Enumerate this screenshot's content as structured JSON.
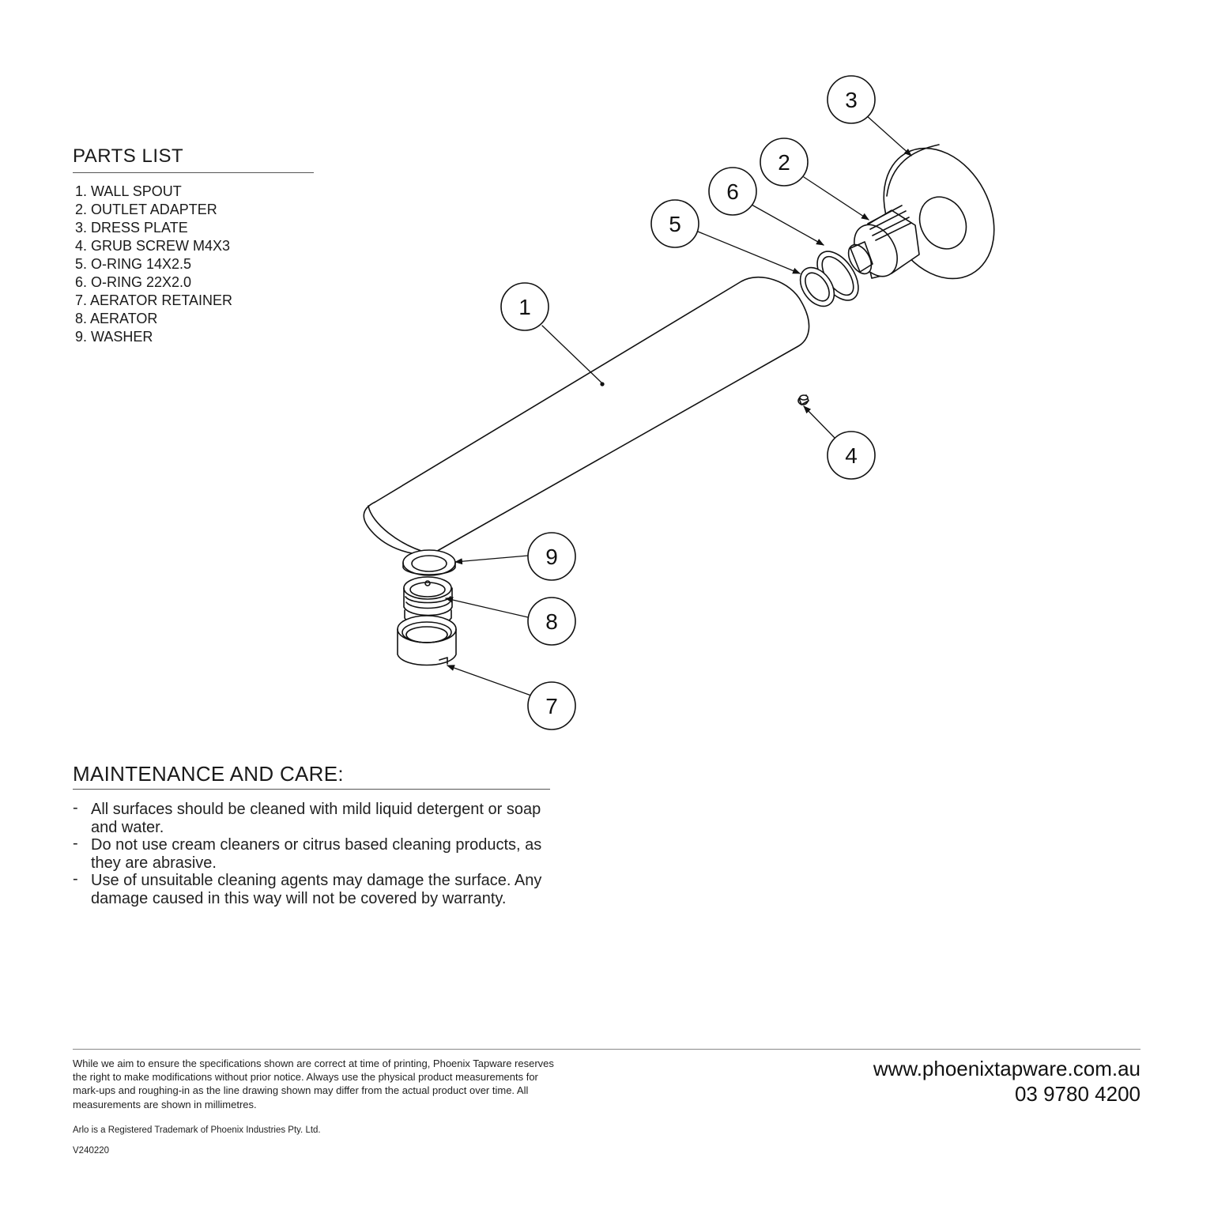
{
  "parts_list": {
    "title": "PARTS LIST",
    "items": [
      "1. WALL SPOUT",
      "2. OUTLET ADAPTER",
      "3. DRESS PLATE",
      "4. GRUB SCREW M4X3",
      "5. O-RING 14X2.5",
      "6. O-RING 22X2.0",
      "7. AERATOR RETAINER",
      "8. AERATOR",
      "9. WASHER"
    ]
  },
  "diagram": {
    "balloons": [
      "1",
      "2",
      "3",
      "4",
      "5",
      "6",
      "7",
      "8",
      "9"
    ]
  },
  "maintenance": {
    "title": "MAINTENANCE AND CARE:",
    "bullet": "-",
    "items": [
      "All surfaces should be cleaned with mild liquid detergent or soap and water.",
      "Do not use cream cleaners or citrus based cleaning products, as they are abrasive.",
      "Use of unsuitable cleaning agents may damage the surface. Any damage caused in this way will not be covered by warranty."
    ]
  },
  "footer": {
    "disclaimer": "While we aim to ensure the specifications shown are correct at time of printing, Phoenix Tapware reserves the right to make modifications without prior notice. Always use the physical product measurements for mark-ups and roughing-in as the line drawing shown may differ from the actual product over time. All measurements are shown in millimetres.",
    "trademark": "Arlo is a Registered Trademark of Phoenix Industries Pty. Ltd.",
    "version": "V240220",
    "website": "www.phoenixtapware.com.au",
    "phone": "03 9780 4200"
  }
}
